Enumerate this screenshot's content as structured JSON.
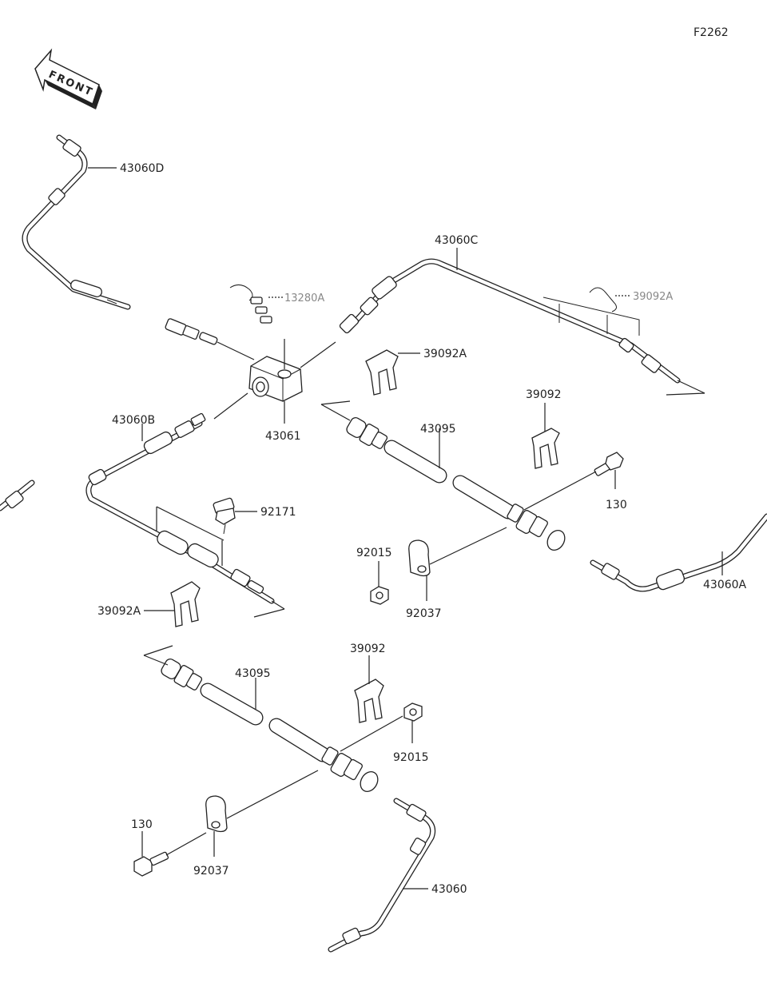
{
  "figure_code": "F2262",
  "front_arrow_label": "FRONT",
  "callouts": {
    "pipe_43060D": "43060D",
    "pipe_43060C": "43060C",
    "pipe_43060B": "43060B",
    "pipe_43060A": "43060A",
    "pipe_43060": "43060",
    "joint_43061": "43061",
    "clamp_39092A_upper": "39092A",
    "clamp_39092A_lower": "39092A",
    "clamp_39092_upper": "39092",
    "clamp_39092_lower": "39092",
    "hose_43095_upper": "43095",
    "hose_43095_lower": "43095",
    "bolt_130_upper": "130",
    "bolt_130_lower": "130",
    "nut_92015_upper": "92015",
    "nut_92015_lower": "92015",
    "clamp_92037_upper": "92037",
    "clamp_92037_lower": "92037",
    "clip_92171": "92171",
    "faded_label_left": "13280A",
    "faded_label_right": "39092A"
  }
}
